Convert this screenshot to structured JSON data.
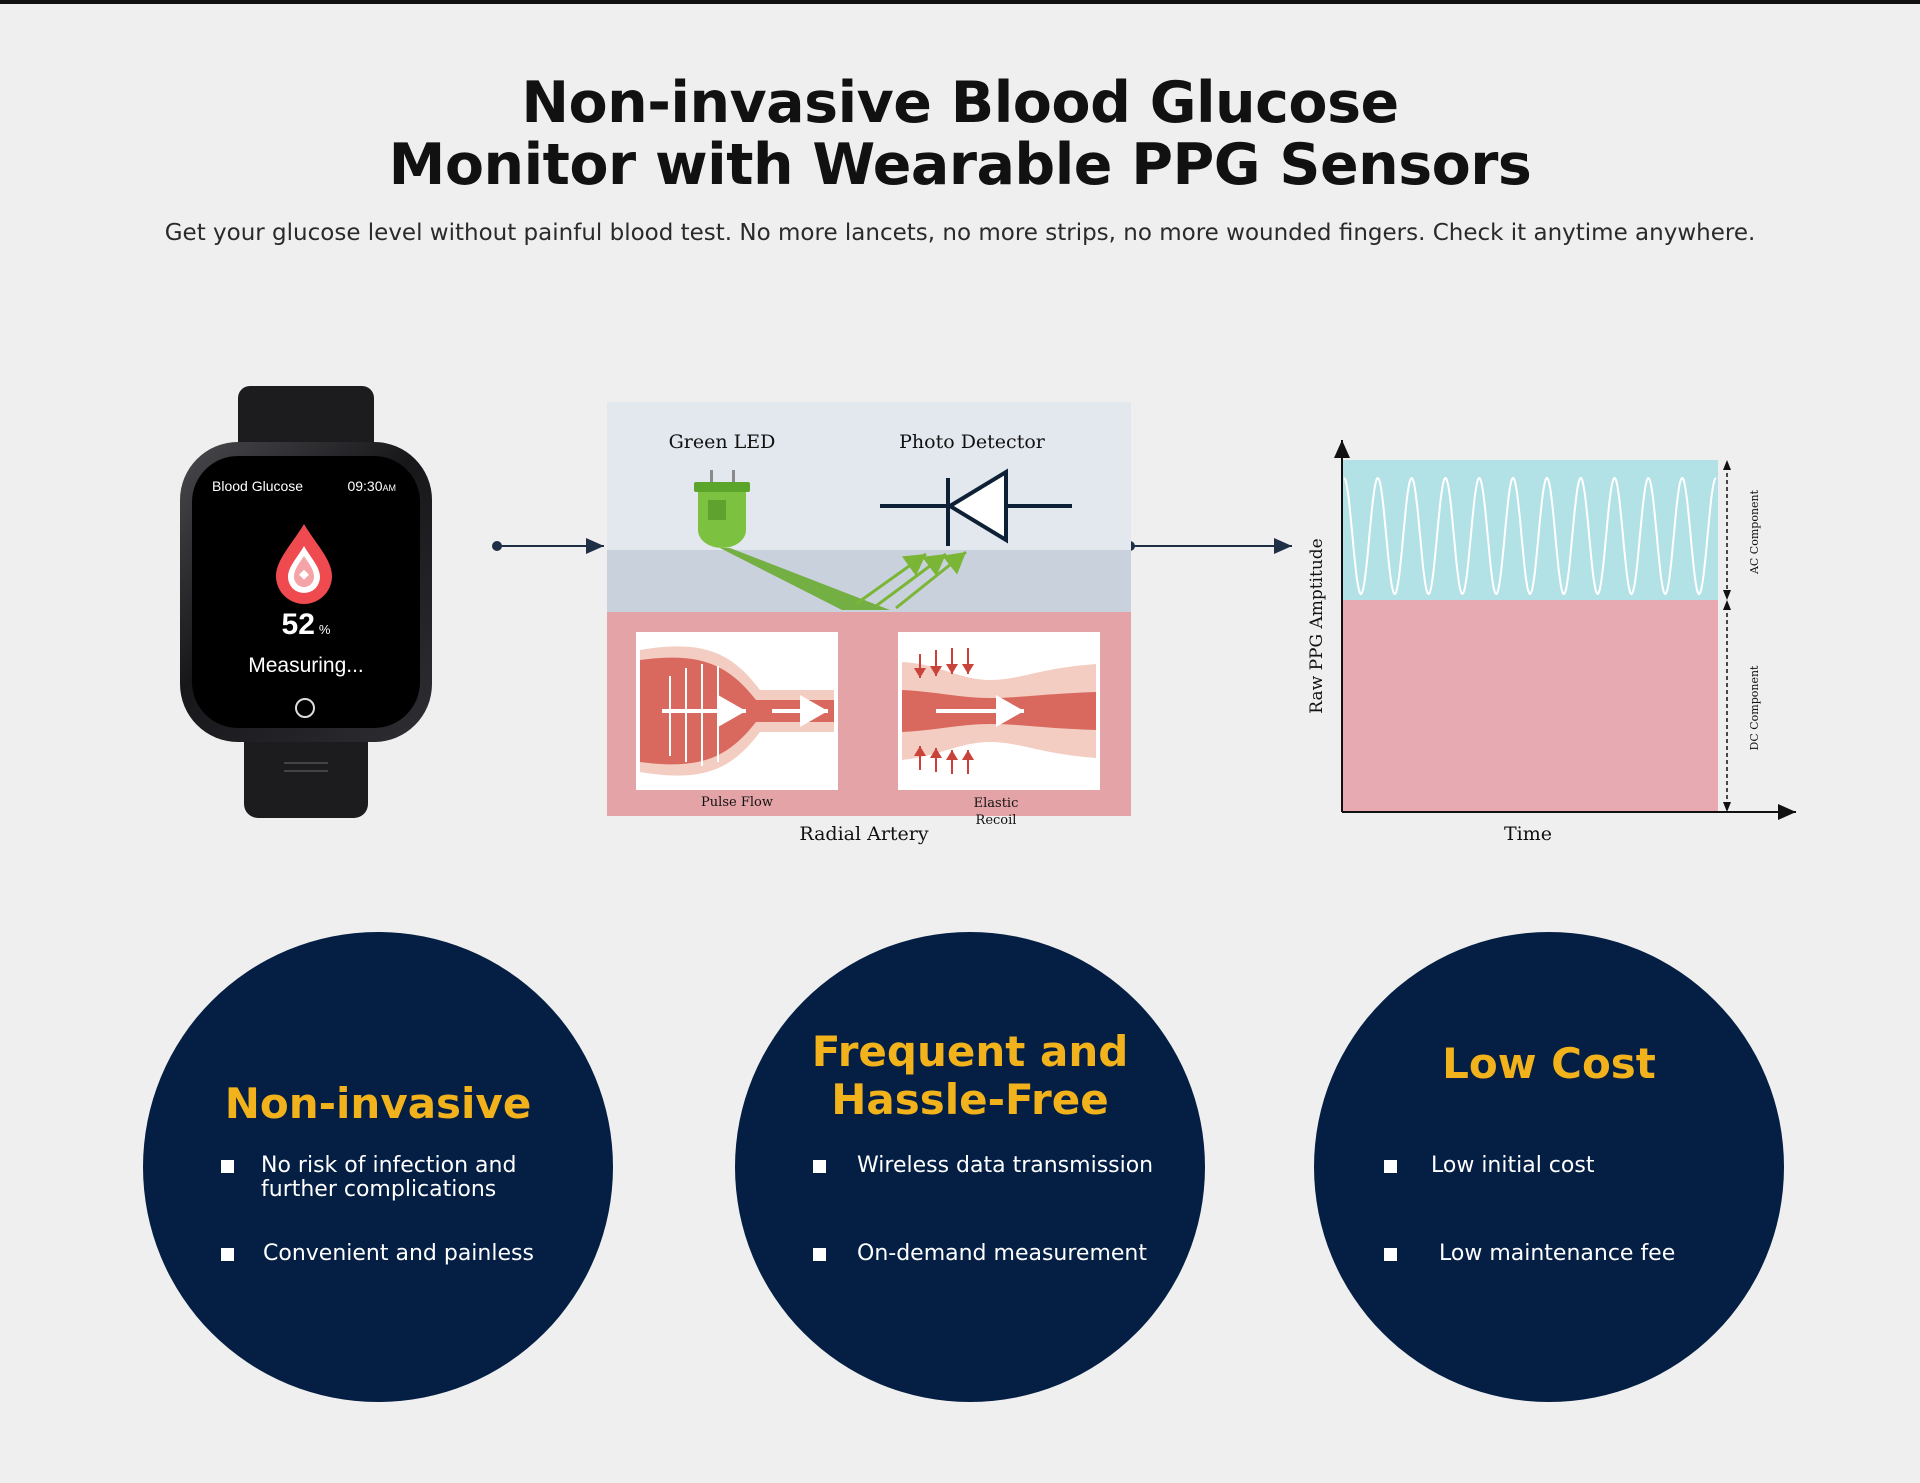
{
  "hero": {
    "title_line1": "Non-invasive Blood Glucose",
    "title_line2": "Monitor with Wearable PPG Sensors",
    "subtitle": "Get your glucose level without painful blood test. No more lancets, no more strips, no more wounded fingers. Check it anytime anywhere."
  },
  "watch": {
    "screen_title": "Blood Glucose",
    "time": "09:30",
    "time_suffix": "AM",
    "value": "52",
    "value_unit": "%",
    "status": "Measuring..."
  },
  "sensor_diagram": {
    "led_label": "Green LED",
    "detector_label": "Photo Detector",
    "panel1_label": "Pulse Flow",
    "panel2_label_line1": "Elastic",
    "panel2_label_line2": "Recoil",
    "caption": "Radial Artery"
  },
  "signal_chart": {
    "ylabel": "Raw PPG Amptitude",
    "xlabel": "Time",
    "ac_label": "AC Component",
    "dc_label": "DC Component",
    "ac_color": "#b3e2e6",
    "dc_color": "#e7aab2"
  },
  "benefits": [
    {
      "title_line1": "Non-invasive",
      "title_line2": "",
      "item1_line1": "No risk of infection and",
      "item1_line2": "further complications",
      "item2": "Convenient and painless"
    },
    {
      "title_line1": "Frequent and",
      "title_line2": "Hassle-Free",
      "item1_line1": "Wireless data transmission",
      "item1_line2": "",
      "item2": "On-demand measurement"
    },
    {
      "title_line1": "Low Cost",
      "title_line2": "",
      "item1_line1": "Low initial cost",
      "item1_line2": "",
      "item2": "Low maintenance fee"
    }
  ],
  "colors": {
    "circle_bg": "#041f43",
    "accent": "#f2b21c"
  }
}
